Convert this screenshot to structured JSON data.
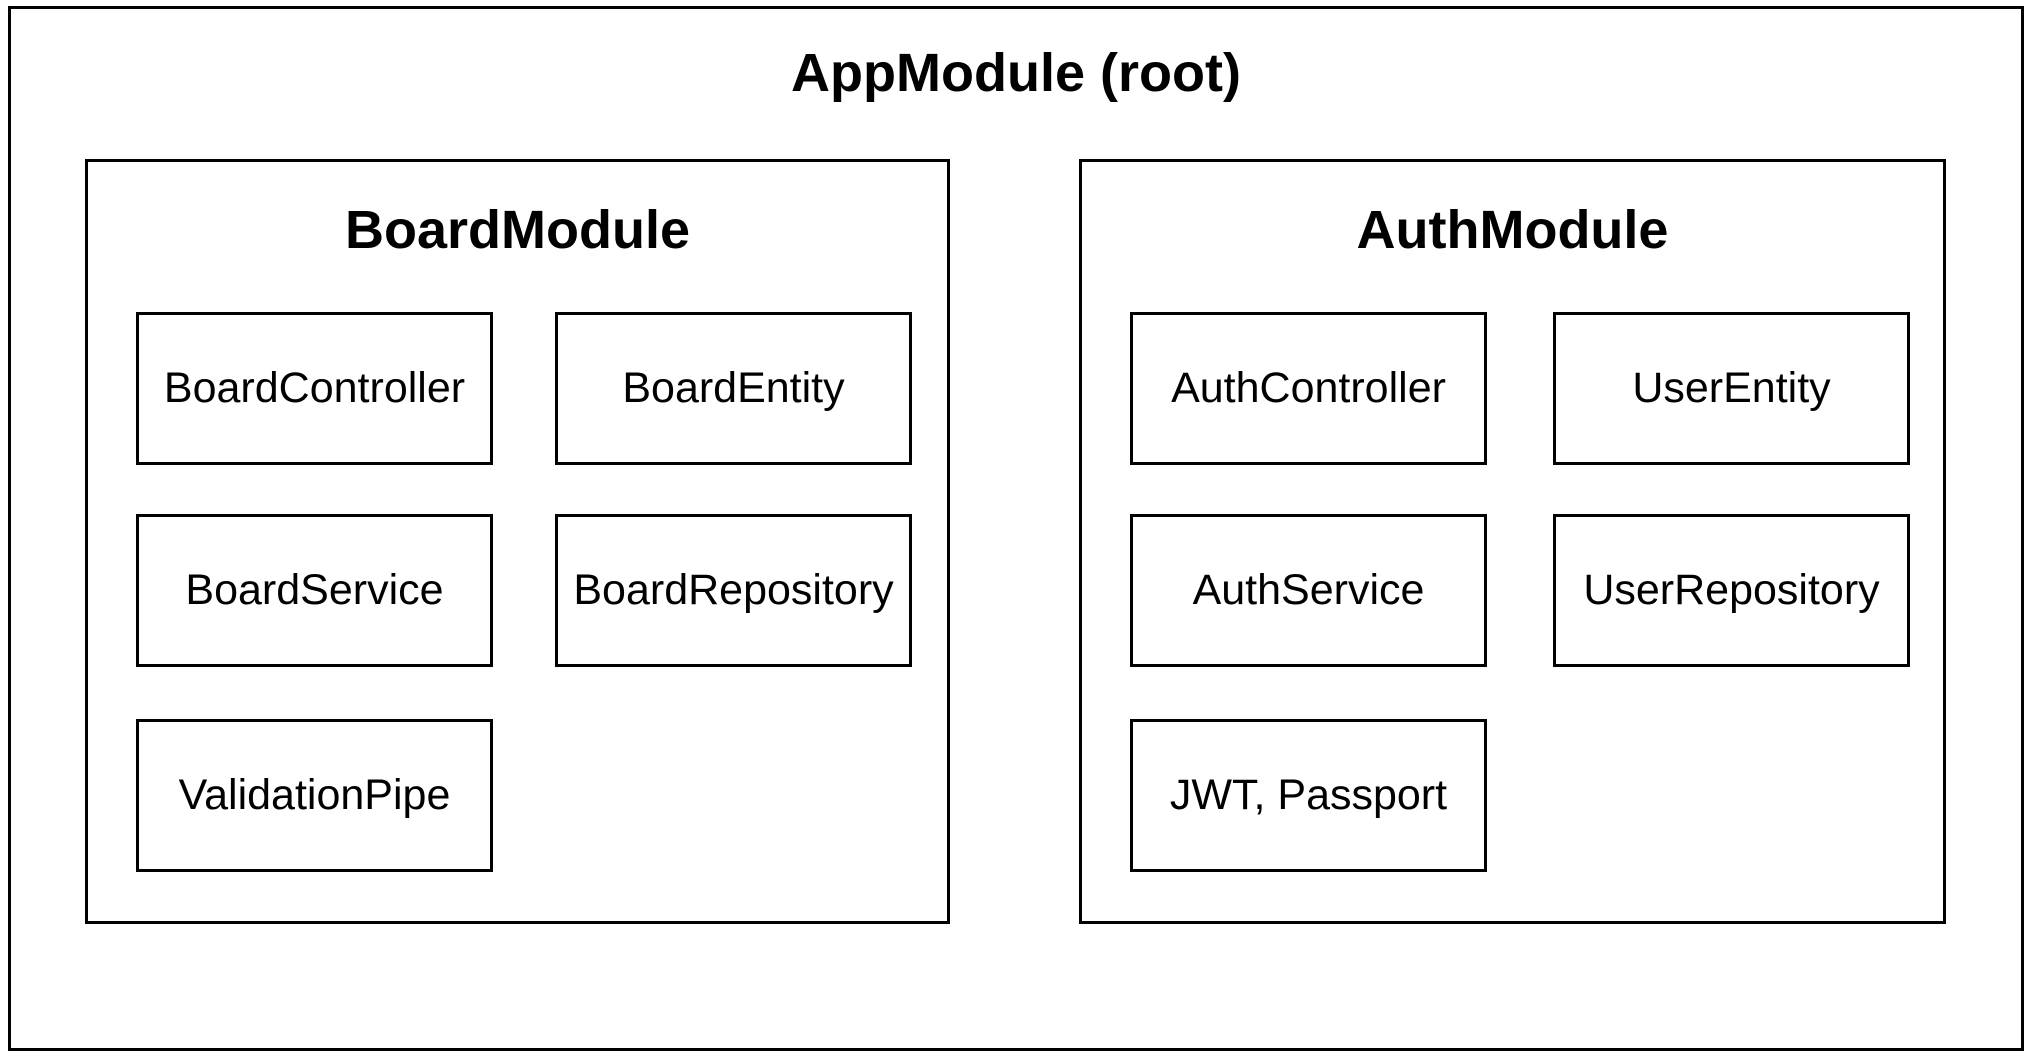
{
  "diagram": {
    "root_title": "AppModule (root)",
    "modules": [
      {
        "title": "BoardModule",
        "boxes": [
          "BoardController",
          "BoardEntity",
          "BoardService",
          "BoardRepository",
          "ValidationPipe"
        ]
      },
      {
        "title": "AuthModule",
        "boxes": [
          "AuthController",
          "UserEntity",
          "AuthService",
          "UserRepository",
          "JWT, Passport"
        ]
      }
    ],
    "colors": {
      "background": "#ffffff",
      "border": "#000000",
      "text": "#000000"
    }
  }
}
